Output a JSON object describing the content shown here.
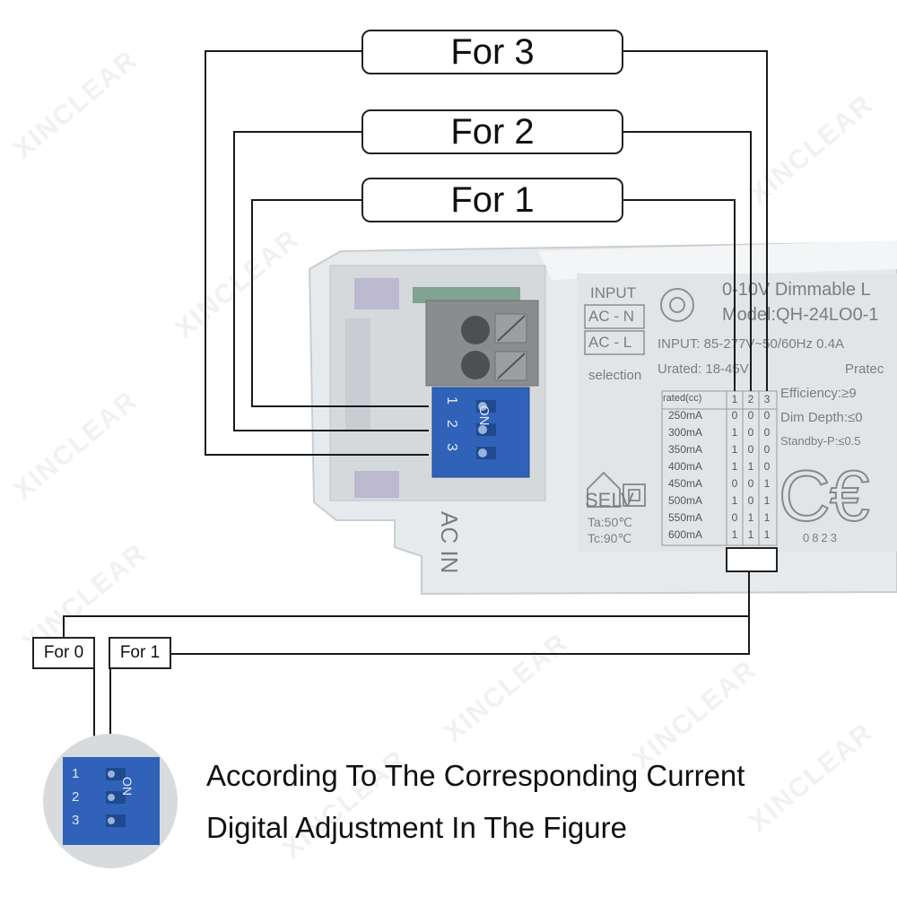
{
  "callouts": {
    "for3": "For 3",
    "for2": "For 2",
    "for1": "For 1",
    "small_for0": "For 0",
    "small_for1": "For 1"
  },
  "caption": {
    "line1": "According To The Corresponding Current",
    "line2": "Digital Adjustment In The Figure"
  },
  "watermark": "XINCLEAR",
  "device": {
    "input_label": "INPUT",
    "ac_n": "AC - N",
    "ac_l": "AC - L",
    "ac_in": "AC IN",
    "title": "0-10V Dimmable L",
    "model": "Model:QH-24LO0-1",
    "input_spec": "INPUT: 85-277V~50/60Hz 0.4A",
    "urated": "Urated: 18-45V",
    "protect": "Pratec",
    "selection": "selection",
    "table_header": [
      "rated(cc)",
      "1",
      "2",
      "3"
    ],
    "table_rows": [
      [
        "250mA",
        "0",
        "0",
        "0"
      ],
      [
        "300mA",
        "1",
        "0",
        "0"
      ],
      [
        "350mA",
        "1",
        "0",
        "0"
      ],
      [
        "400mA",
        "1",
        "1",
        "0"
      ],
      [
        "450mA",
        "0",
        "0",
        "1"
      ],
      [
        "500mA",
        "1",
        "0",
        "1"
      ],
      [
        "550mA",
        "0",
        "1",
        "1"
      ],
      [
        "600mA",
        "1",
        "1",
        "1"
      ]
    ],
    "efficiency": "Efficiency:≥9",
    "dim_depth": "Dim Depth:≤0",
    "standby": "Standby-P:≤0.5",
    "selv": "SELV",
    "ta": "Ta:50℃",
    "tc": "Tc:90℃",
    "code": "0823",
    "dip_on": "ON",
    "dip_numbers": [
      "1",
      "2",
      "3"
    ]
  },
  "colors": {
    "dip_blue": "#2f62b8",
    "housing": "#e9ecee",
    "terminal_gray": "#8a8c8e"
  }
}
